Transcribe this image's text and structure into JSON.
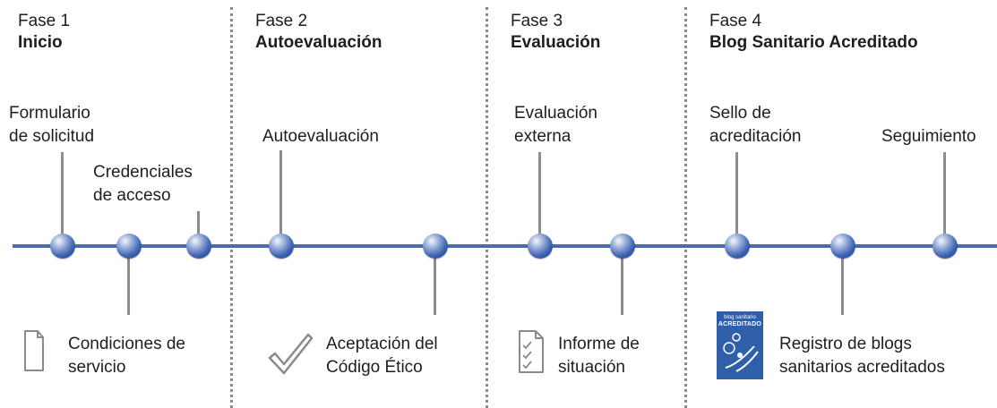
{
  "phases": [
    {
      "num": "Fase 1",
      "title": "Inicio"
    },
    {
      "num": "Fase 2",
      "title": "Autoevaluación"
    },
    {
      "num": "Fase 3",
      "title": "Evaluación"
    },
    {
      "num": "Fase 4",
      "title": "Blog Sanitario Acreditado"
    }
  ],
  "steps": {
    "formulario": [
      "Formulario",
      "de solicitud"
    ],
    "credenciales": [
      "Credenciales",
      "de acceso"
    ],
    "autoevaluacion": "Autoevaluación",
    "evaluacion_externa": [
      "Evaluación",
      "externa"
    ],
    "sello": [
      "Sello de",
      "acreditación"
    ],
    "seguimiento": "Seguimiento",
    "condiciones": [
      "Condiciones de",
      "servicio"
    ],
    "aceptacion": [
      "Aceptación del",
      "Código Ético"
    ],
    "informe": [
      "Informe de",
      "situación"
    ],
    "registro": [
      "Registro de blogs",
      "sanitarios acreditados"
    ]
  },
  "badge": {
    "line1": "blog sanitario",
    "line2": "ACREDITADO"
  },
  "colors": {
    "line": "#4a6bb0",
    "node": "#3f64b4",
    "connector": "#8c8c8c",
    "divider": "#8a8a8a",
    "icon": "#8a8a8a",
    "badge": "#2f5fa8"
  }
}
